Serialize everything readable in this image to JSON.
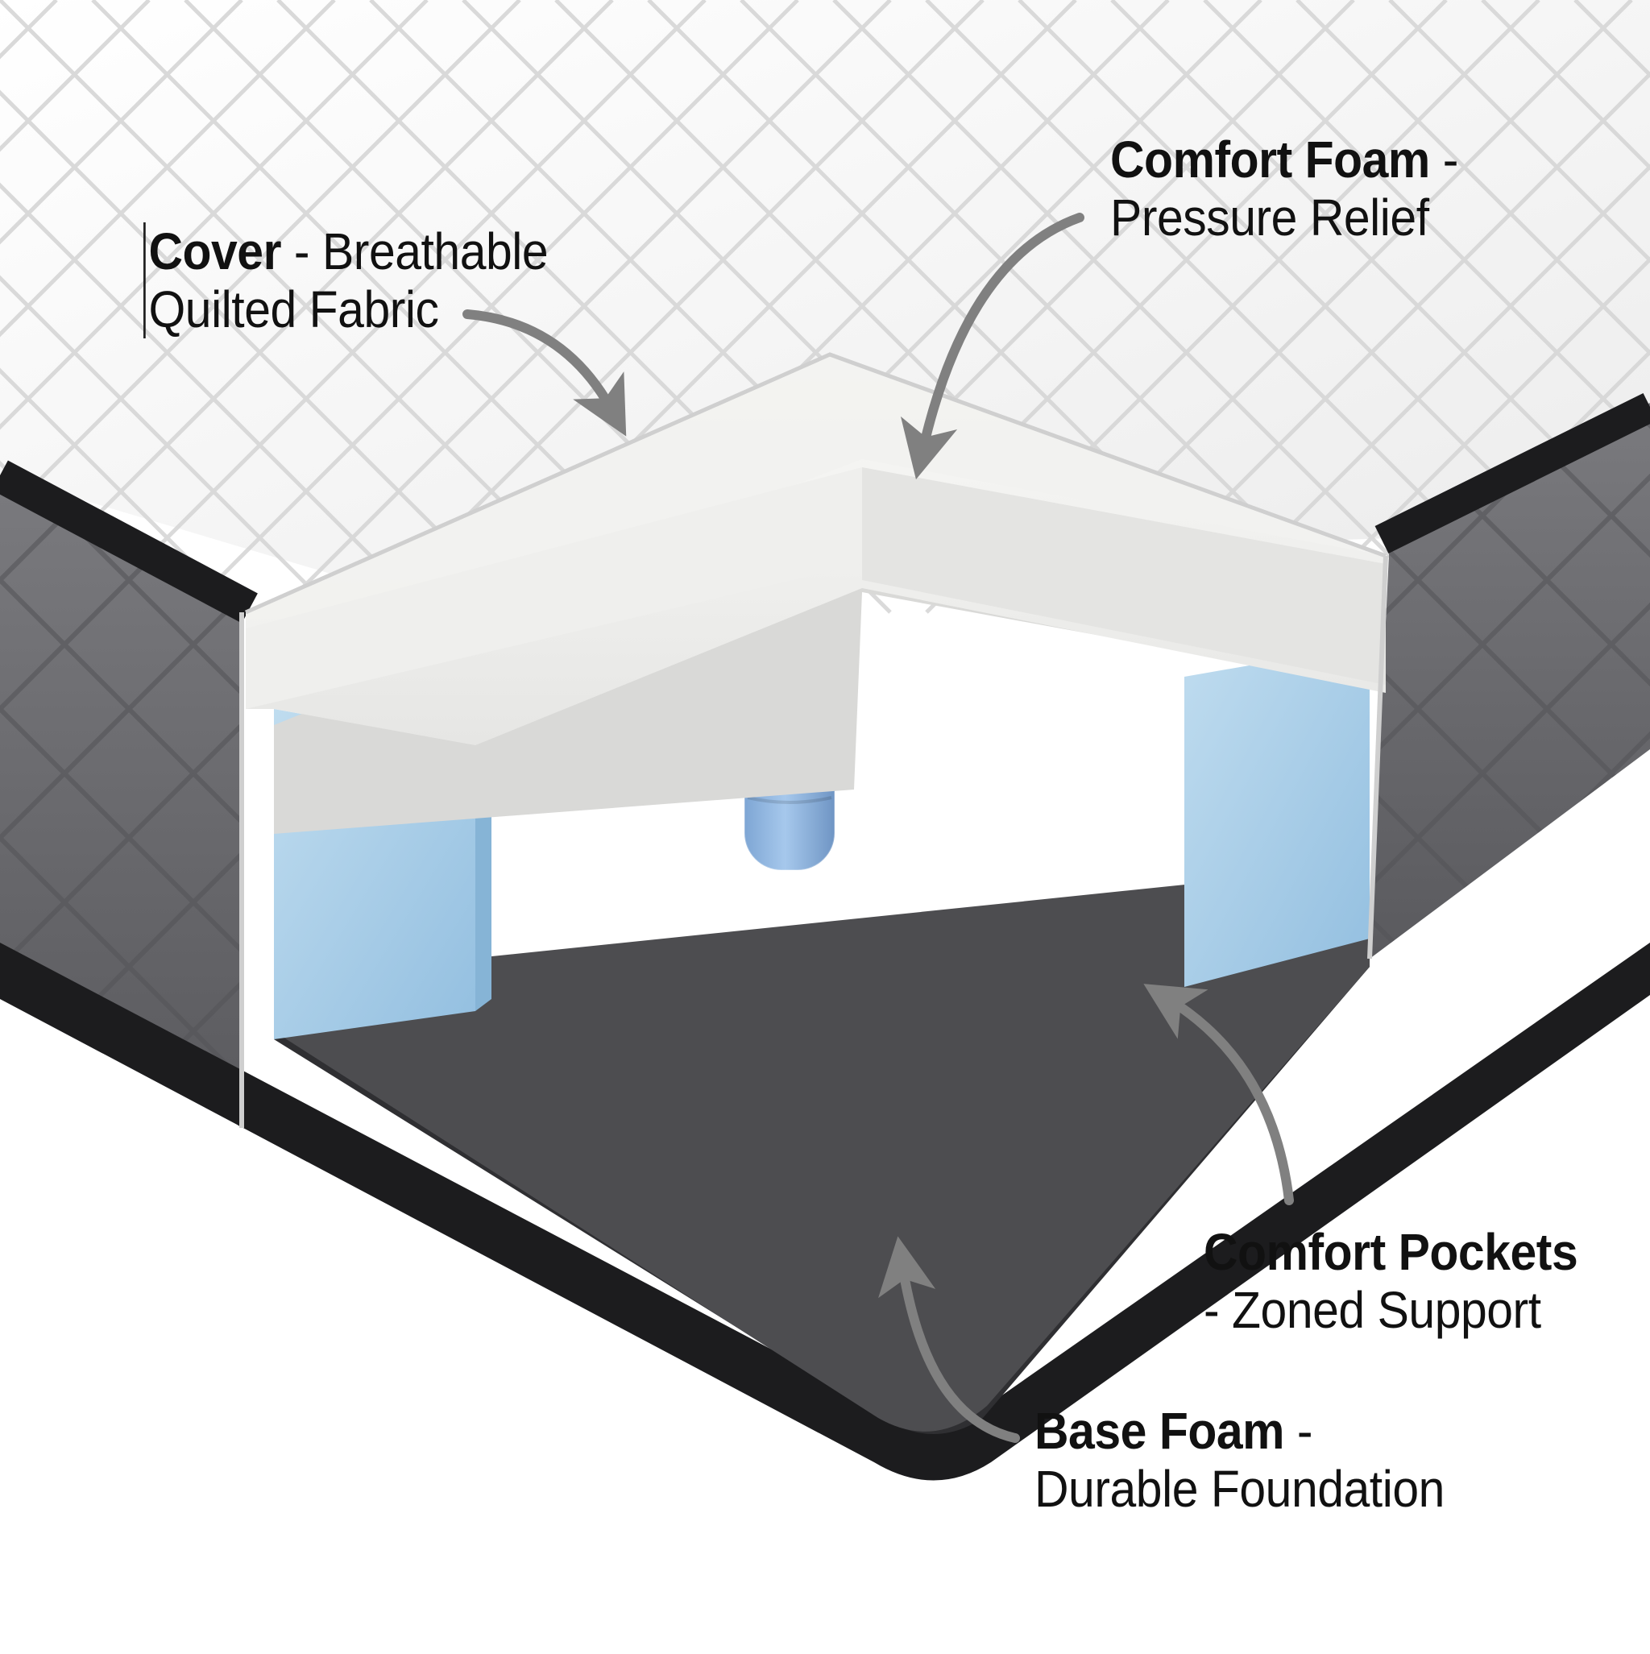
{
  "callouts": {
    "cover": {
      "term": "Cover",
      "sep": " - ",
      "desc_1": "Breathable",
      "desc_2": "Quilted Fabric"
    },
    "comfort_foam": {
      "term": "Comfort Foam",
      "sep": " -",
      "desc": "Pressure Relief"
    },
    "comfort_pockets": {
      "term": "Comfort Pockets",
      "desc": "- Zoned Support"
    },
    "base_foam": {
      "term": "Base Foam",
      "sep": " -",
      "desc": "Durable Foundation"
    }
  },
  "colors": {
    "cover_top": "#f4f4f4",
    "quilt_seam": "#d6d6d6",
    "side_panel": "#6b6b6f",
    "border_tape": "#1c1c1e",
    "comfort_foam": "#f2f2f0",
    "blue_foam": "#a9cfe8",
    "base_foam": "#4d4d50",
    "coil_blue": "#8fb6e0",
    "coil_blue_dark": "#6f97c9",
    "coil_grey": "#a9a9ab",
    "arrow": "#808080"
  }
}
